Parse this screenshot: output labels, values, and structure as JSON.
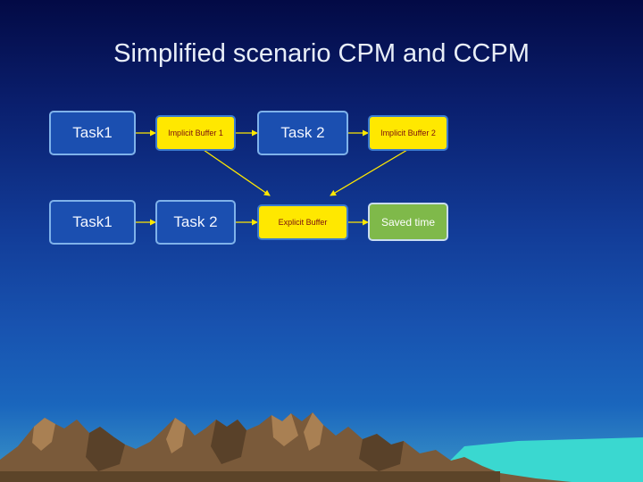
{
  "title": "Simplified scenario CPM and CCPM",
  "cpm_row": {
    "task1": "Task1",
    "buffer1": "Implicit Buffer 1",
    "task2": "Task 2",
    "buffer2": "Implicit Buffer 2"
  },
  "ccpm_row": {
    "task1": "Task1",
    "task2": "Task 2",
    "explicit_buffer": "Explicit Buffer",
    "saved_time": "Saved time"
  },
  "colors": {
    "task_fill": "#1b4fb0",
    "buffer_fill": "#ffe800",
    "saved_fill": "#7fb94a",
    "arrow": "#ffe800"
  }
}
